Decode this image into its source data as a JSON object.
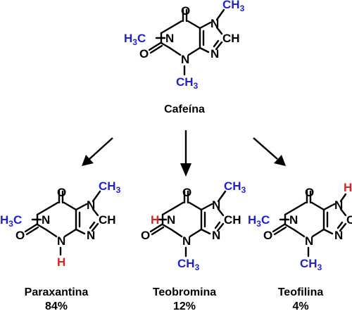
{
  "colors": {
    "black": "#000000",
    "methyl": "#1f1fd6",
    "hydrogen": "#e02020"
  },
  "atoms": {
    "N": "N",
    "O": "O",
    "H": "H",
    "CH": "CH",
    "H3C_h": "H",
    "H3C_sub": "3",
    "H3C_c": "C",
    "CH3_sub": "3"
  },
  "parent": {
    "name": "Cafeína"
  },
  "products": [
    {
      "name": "Paraxantina",
      "percent": "84%"
    },
    {
      "name": "Teobromina",
      "percent": "12%"
    },
    {
      "name": "Teofilina",
      "percent": "4%"
    }
  ]
}
